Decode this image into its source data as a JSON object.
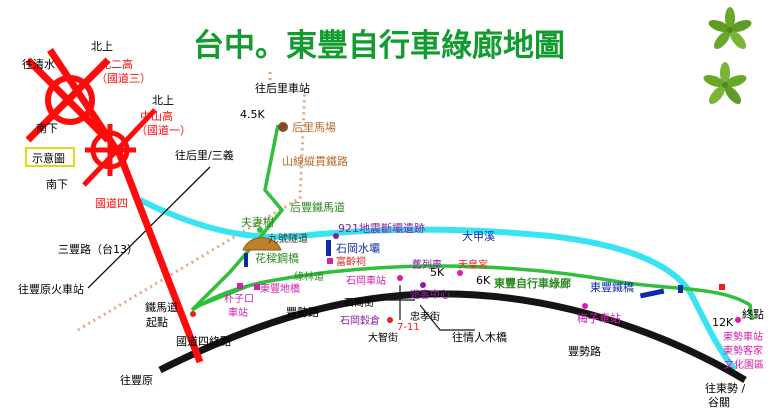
{
  "title": "台中。東豐自行車綠廊地圖",
  "colors": {
    "title": "#129b2e",
    "bikeway": "#2fbf3a",
    "river": "#38e4f2",
    "highway": "#ff0b0b",
    "road": "#141414",
    "rail": "#e7a37f",
    "purple": "#8a1f9e",
    "magenta": "#d61fae",
    "blue": "#0f2aa8"
  },
  "icons": [
    "leaf-icon",
    "tunnel-icon",
    "bridge-icon",
    "highway-interchange-icon"
  ],
  "labels": {
    "north_up_1": "北上",
    "to_qingshui": "往清水",
    "freeway_2": "北二高",
    "freeway_2_sub": "（國道三）",
    "south_down_1": "南下",
    "legend_box": "示意圖",
    "north_up_2": "北上",
    "zhongshan": "中山高",
    "zhongshan_sub": "（國道一）",
    "south_down_2": "南下",
    "to_houli_station": "往后里車站",
    "km_45": "4.5K",
    "houli_horse": "后里馬場",
    "shanxian_rail": "山線縱貫鐵路",
    "to_houli_sanyi": "往后里/三義",
    "houfeng_trail": "后豐鐵馬道",
    "guodao4": "國道四",
    "daqiyan_tree": "夫妻樹",
    "tunnel9": "九號隧道",
    "quake_site": "921地震斷壩遺跡",
    "dajia_river": "大甲溪",
    "shigang_dam": "石岡水壩",
    "sanfeng_road": "三豐路（台13）",
    "huakang_bridge": "花樑鋼橋",
    "fuyin_temple": "富齡祠",
    "jiu_lie_che": "舊列車",
    "tianhuang_temple": "天皇宮",
    "km_5": "5K",
    "km_6": "6K",
    "dongfeng_bikeway": "東豐自行車綠廊",
    "dongfeng_bridge": "東豐鐵橋",
    "to_fengyuan_station": "往豐原火車站",
    "lvlin_road": "綠林道",
    "pozikou_station": "朴子口",
    "pozikou_station2": "車站",
    "dongfeng_horse_bridge": "東豐地橋",
    "shigang_station": "石岡車站",
    "youke_center": "遊客中心",
    "tiema_dao": "鐵馬道",
    "tiema_start": "起點",
    "shigang_street": "石崗街",
    "shigang_chenghuang": "石岡穀倉",
    "seven_eleven": "7-11",
    "zhongxiao_street": "忠孝街",
    "dazhi_street": "大智街",
    "to_qingren_bridge": "往情人木橋",
    "meizi_station": "梅子車站",
    "fengshi_road_1": "豐勢路",
    "guodao4_end": "國道四終點",
    "fengshi_road_2": "豐勢路",
    "km_12": "12K",
    "end_point": "終點",
    "dongshi_station": "東勢車站",
    "dongshi_hakka": "東勢客家",
    "cultural_park": "文化園區",
    "to_fengyuan": "往豐原",
    "to_dongshi_1": "往東勢 /",
    "to_dongshi_2": "谷關"
  }
}
